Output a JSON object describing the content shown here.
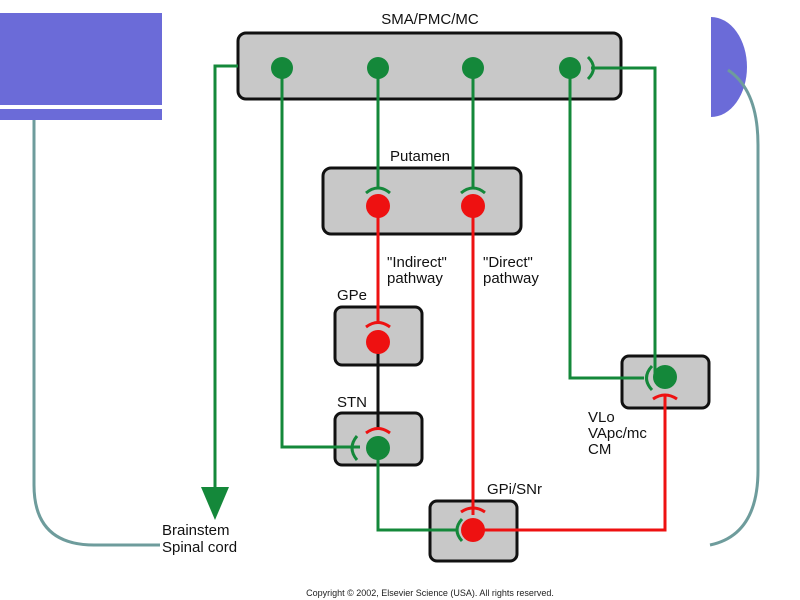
{
  "colors": {
    "excitatory": "#14883a",
    "inhibitory": "#ee1111",
    "neutral": "#111111",
    "box_fill": "#c8c8c8",
    "deco_blue": "#6b6bd8",
    "deco_teal": "#6e9c9c"
  },
  "nodes": {
    "cortex": "SMA/PMC/MC",
    "putamen": "Putamen",
    "gpe": "GPe",
    "stn": "STN",
    "gpi": "GPi/SNr",
    "thalamus_line1": "VLo",
    "thalamus_line2": "VApc/mc",
    "thalamus_line3": "CM",
    "brainstem_line1": "Brainstem",
    "brainstem_line2": "Spinal cord"
  },
  "pathways": {
    "indirect_line1": "\"Indirect\"",
    "indirect_line2": "pathway",
    "direct_line1": "\"Direct\"",
    "direct_line2": "pathway"
  },
  "footer": {
    "copyright": "Copyright © 2002, Elsevier Science (USA). All rights reserved."
  }
}
